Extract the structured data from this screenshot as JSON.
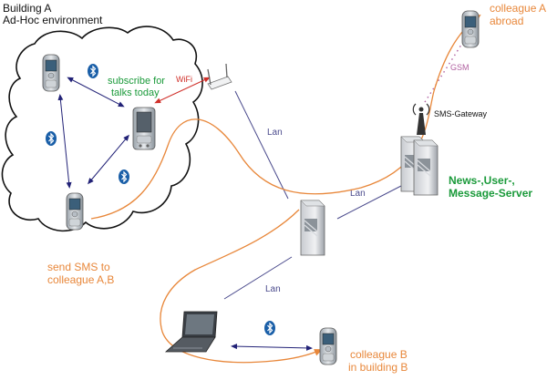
{
  "building_a": {
    "line1": "Building A",
    "line2": "Ad-Hoc environment"
  },
  "subscribe": {
    "line1": "subscribe for",
    "line2": "talks today"
  },
  "wifi_label": "WiFi",
  "lan_labels": {
    "top": "Lan",
    "right": "Lan",
    "bottom": "Lan"
  },
  "gsm_label": "GSM",
  "sms_gateway_label": "SMS-Gateway",
  "colleague_a": {
    "line1": "colleague A",
    "line2": "abroad"
  },
  "server_label": {
    "line1": "News-,User-,",
    "line2": "Message-Server"
  },
  "send_sms": {
    "line1": "send SMS to",
    "line2": "colleague A,B"
  },
  "colleague_b": {
    "line1": "colleague B",
    "line2": "in building B"
  },
  "colors": {
    "orange": "#e8873a",
    "green": "#1a9a3a",
    "lan": "#4a4a8c",
    "blue": "#222277",
    "wifi": "#d0302a",
    "gsm": "#b060a0",
    "bluetooth": "#1a5fa8"
  }
}
